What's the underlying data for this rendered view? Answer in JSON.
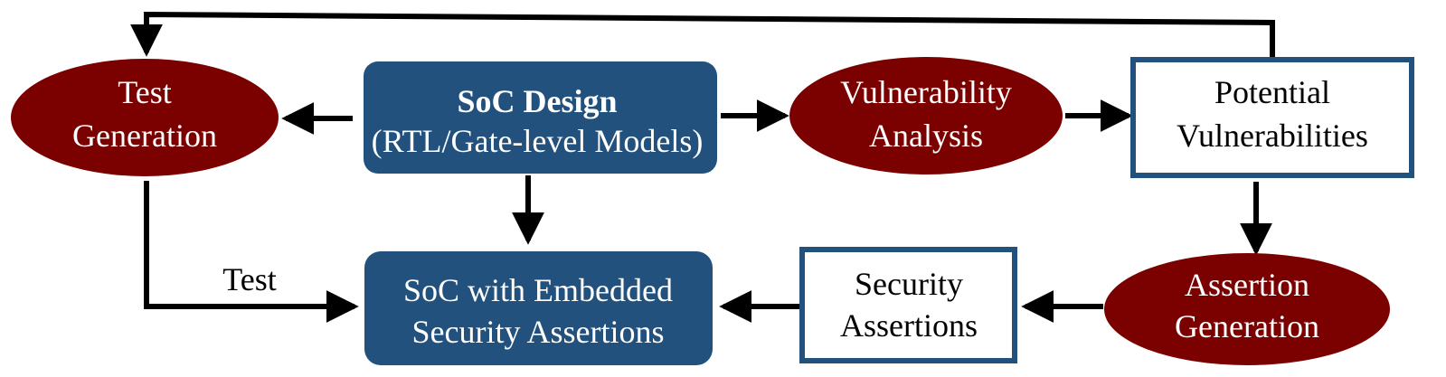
{
  "colors": {
    "process_ellipse_fill": "#7b0000",
    "design_box_fill": "#22517d",
    "output_box_border": "#22517d",
    "arrow": "#000000",
    "light_text": "#ffffff",
    "dark_text": "#000000"
  },
  "nodes": {
    "test_generation": {
      "lines": [
        "Test",
        "Generation"
      ],
      "shape": "ellipse"
    },
    "soc_design": {
      "lines": [
        "SoC Design",
        "(RTL/Gate-level Models)"
      ],
      "shape": "rounded-box"
    },
    "vulnerability_analysis": {
      "lines": [
        "Vulnerability",
        "Analysis"
      ],
      "shape": "ellipse"
    },
    "potential_vulnerabilities": {
      "lines": [
        "Potential",
        "Vulnerabilities"
      ],
      "shape": "outlined-box"
    },
    "assertion_generation": {
      "lines": [
        "Assertion",
        "Generation"
      ],
      "shape": "ellipse"
    },
    "security_assertions": {
      "lines": [
        "Security",
        "Assertions"
      ],
      "shape": "outlined-box"
    },
    "soc_embedded": {
      "lines": [
        "SoC with Embedded",
        "Security Assertions"
      ],
      "shape": "rounded-box"
    }
  },
  "edge_labels": {
    "test": "Test"
  },
  "edges": [
    {
      "from": "soc_design",
      "to": "test_generation"
    },
    {
      "from": "soc_design",
      "to": "vulnerability_analysis"
    },
    {
      "from": "vulnerability_analysis",
      "to": "potential_vulnerabilities"
    },
    {
      "from": "potential_vulnerabilities",
      "to": "test_generation",
      "route": "feedback-top"
    },
    {
      "from": "potential_vulnerabilities",
      "to": "assertion_generation"
    },
    {
      "from": "assertion_generation",
      "to": "security_assertions"
    },
    {
      "from": "security_assertions",
      "to": "soc_embedded"
    },
    {
      "from": "soc_design",
      "to": "soc_embedded"
    },
    {
      "from": "test_generation",
      "to": "soc_embedded",
      "label": "Test"
    }
  ]
}
